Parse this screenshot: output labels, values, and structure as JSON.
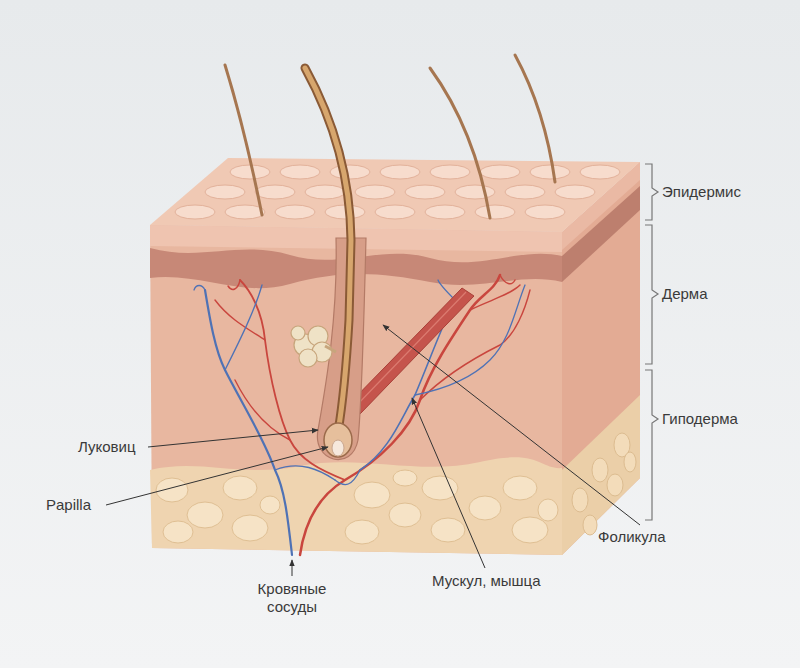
{
  "diagram": {
    "labels": [
      "Эпидермис",
      "Дерма",
      "Гиподерма",
      "Луковиц",
      "Papilla",
      "Кровяные сосуды",
      "Мускул, мышца",
      "Фоликула"
    ]
  }
}
